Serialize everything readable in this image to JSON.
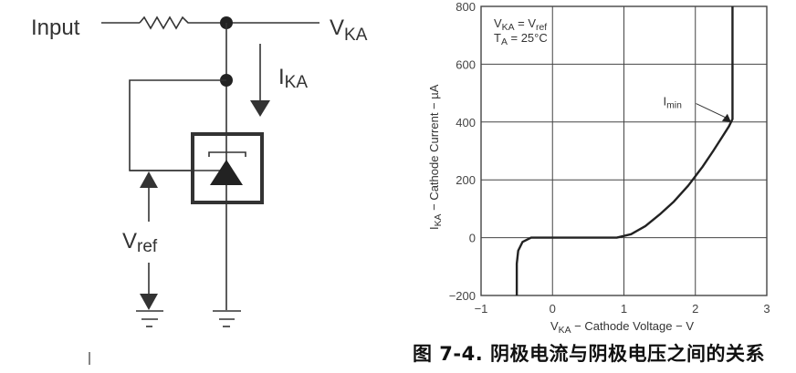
{
  "circuit": {
    "input_label": "Input",
    "vka_label": {
      "main": "V",
      "sub": "KA"
    },
    "ika_label": {
      "main": "I",
      "sub": "KA"
    },
    "vref_label": {
      "main": "V",
      "sub": "ref"
    }
  },
  "chart_data": {
    "type": "line",
    "title": "",
    "xlabel": {
      "main": "V",
      "sub": "KA",
      "rest": " − Cathode Voltage − V"
    },
    "ylabel": {
      "main": "I",
      "sub": "KA",
      "rest": " − Cathode Current −  µA"
    },
    "xlim": [
      -1,
      3
    ],
    "ylim": [
      -200,
      800
    ],
    "xticks": [
      -1,
      0,
      1,
      2,
      3
    ],
    "xtick_labels": [
      "−1",
      "0",
      "1",
      "2",
      "3"
    ],
    "yticks": [
      -200,
      0,
      200,
      400,
      600,
      800
    ],
    "ytick_labels": [
      "−200",
      "0",
      "200",
      "400",
      "600",
      "800"
    ],
    "grid": true,
    "conditions": [
      {
        "main": "V",
        "sub": "KA",
        "rest": " = V",
        "sub2": "ref"
      },
      {
        "main": "T",
        "sub": "A",
        "rest": " = 25°C",
        "sub2": ""
      }
    ],
    "annotation": {
      "main": "I",
      "sub": "min",
      "x": 2.5,
      "y": 400,
      "text_x": 1.55,
      "text_y": 470
    },
    "series": [
      {
        "name": "I_KA",
        "x": [
          -0.5,
          -0.5,
          -0.48,
          -0.42,
          -0.3,
          0.0,
          0.5,
          0.9,
          1.1,
          1.3,
          1.5,
          1.7,
          1.9,
          2.1,
          2.25,
          2.38,
          2.47,
          2.52,
          2.52
        ],
        "y": [
          -200,
          -90,
          -45,
          -15,
          0,
          0,
          0,
          0,
          12,
          40,
          80,
          125,
          180,
          245,
          300,
          350,
          385,
          410,
          800
        ]
      }
    ]
  },
  "caption": "图 7-4. 阴极电流与阴极电压之间的关系"
}
